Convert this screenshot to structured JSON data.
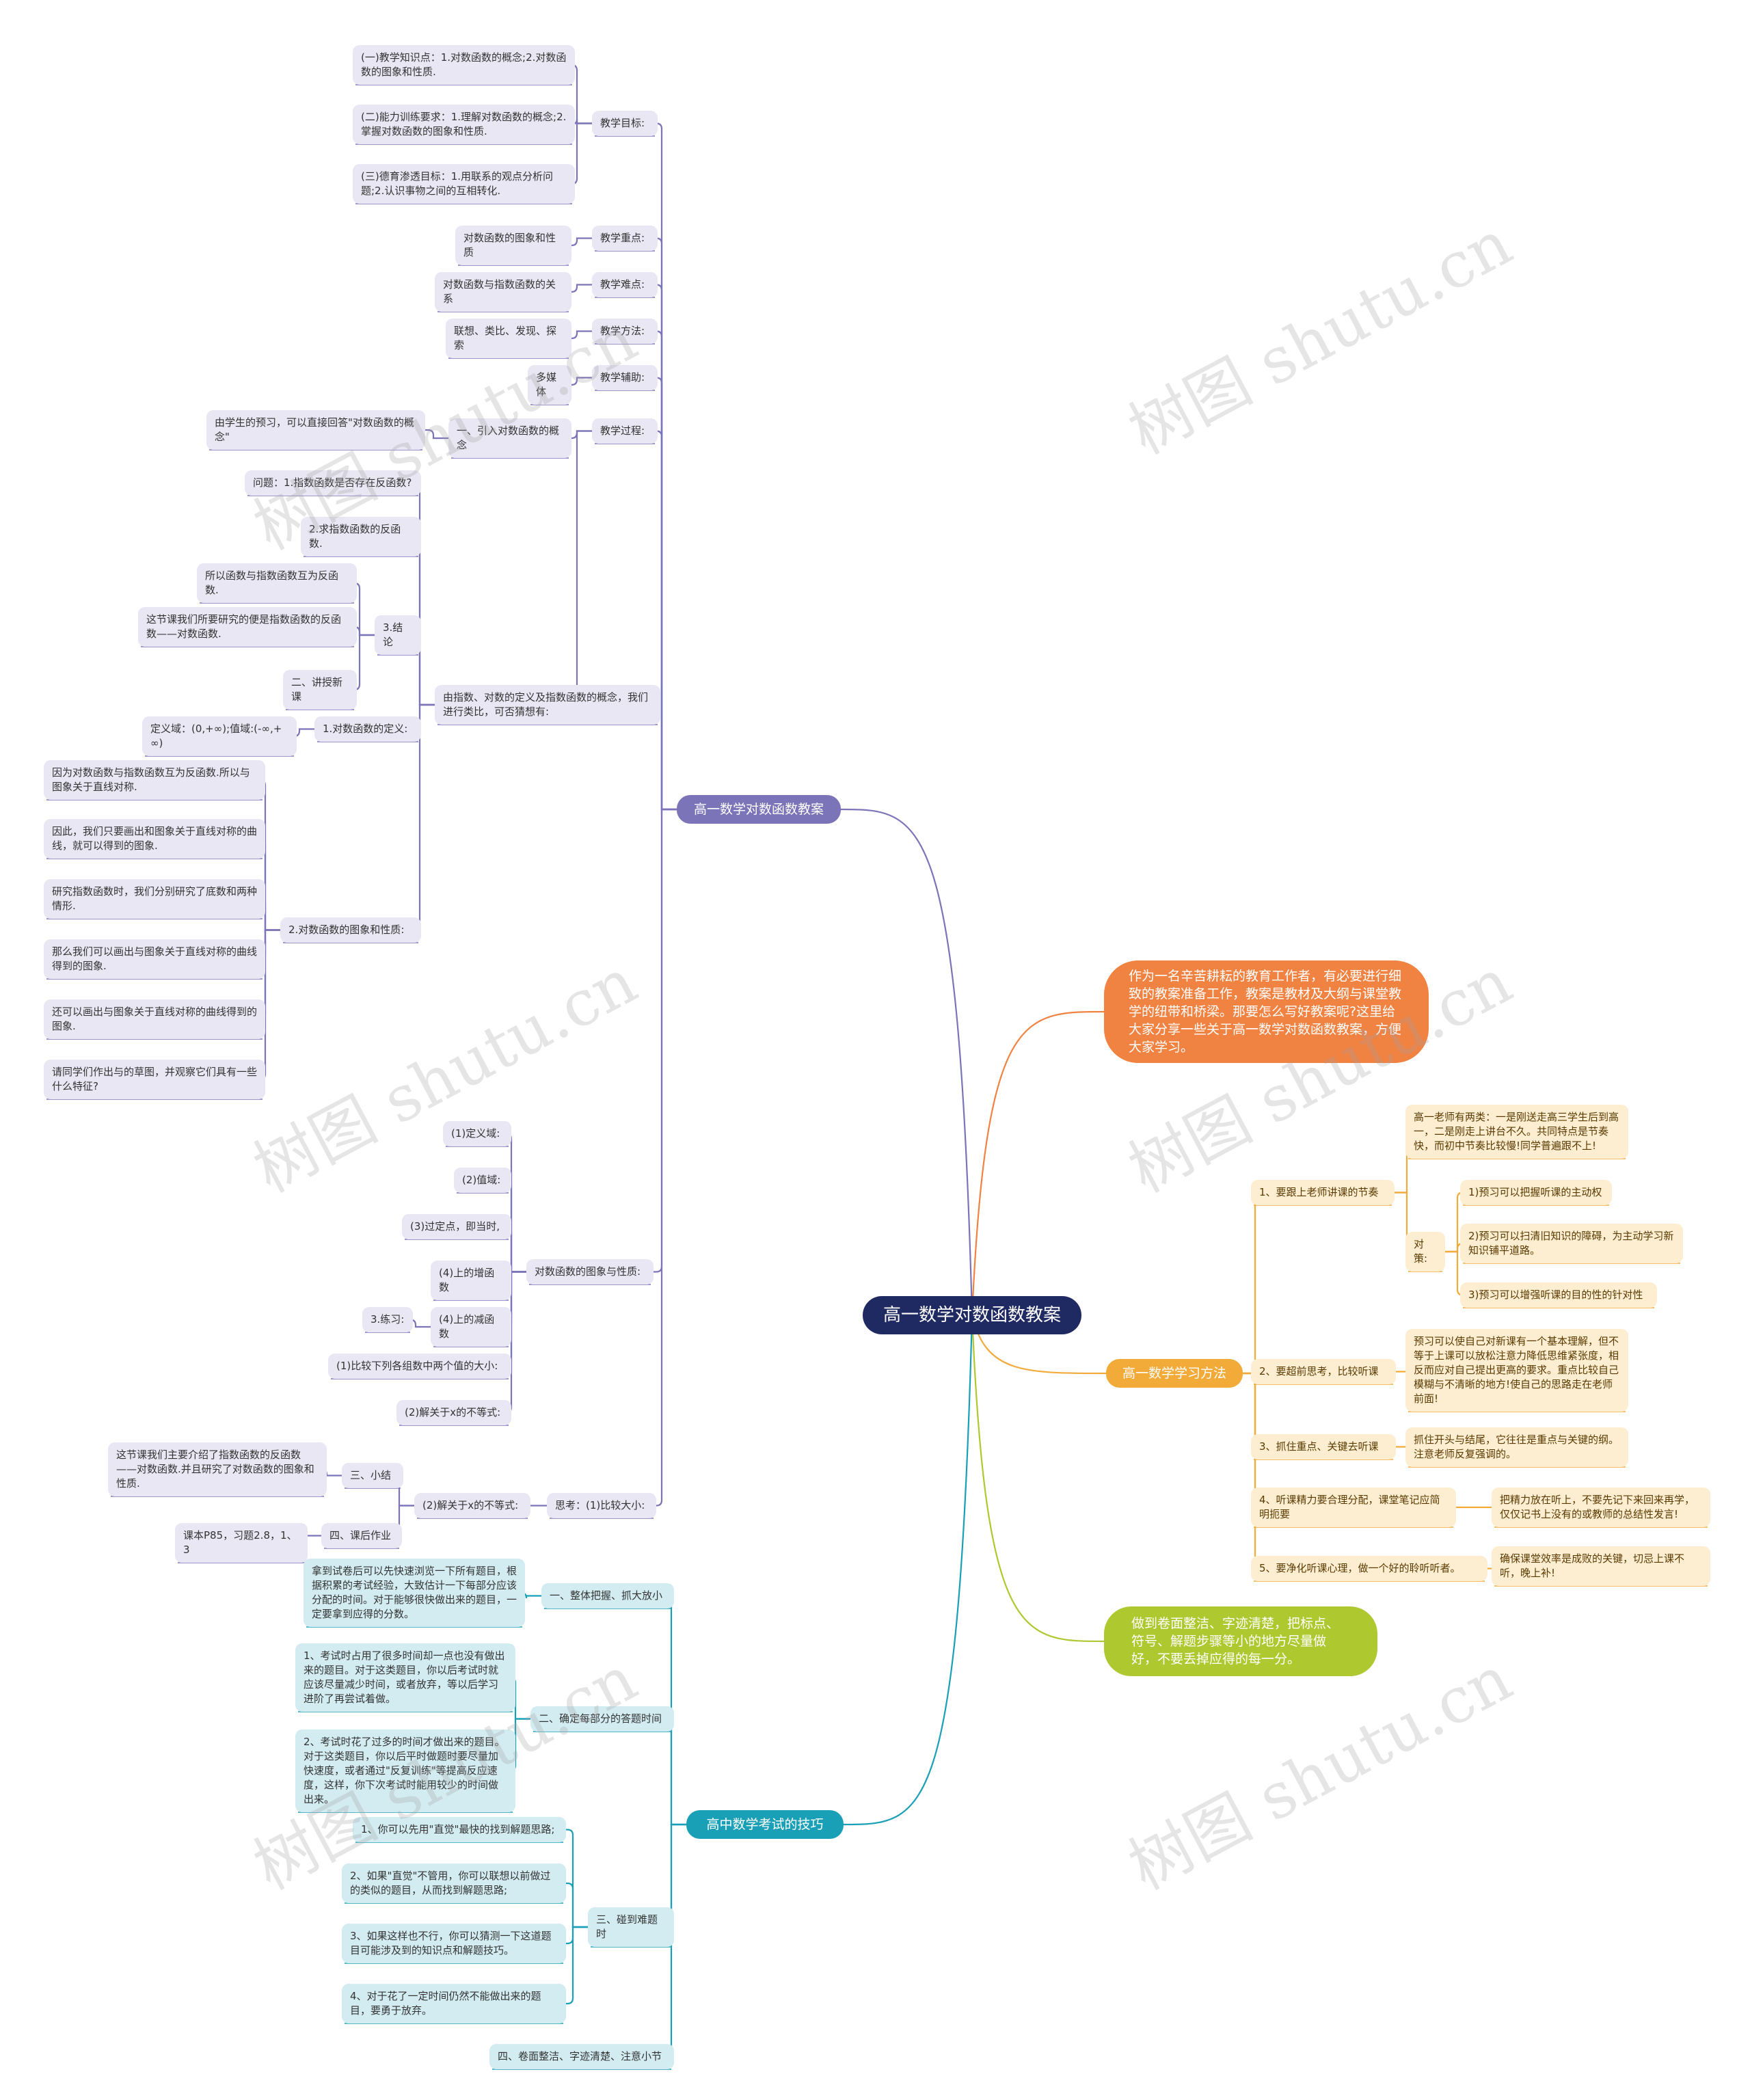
{
  "root": "高一数学对数函数教案",
  "watermark": "树图 shutu.cn",
  "colors": {
    "purple": "#7b74b8",
    "orange": "#f08242",
    "yellow": "#f2aa38",
    "green": "#aec82f",
    "teal": "#1aa0b6",
    "root": "#1f2a63"
  },
  "branches": {
    "lesson": {
      "title": "高一数学对数函数教案",
      "goal": "教学目标:",
      "goal_1": "(一)教学知识点：1.对数函数的概念;2.对数函数的图象和性质.",
      "goal_2": "(二)能力训练要求：1.理解对数函数的概念;2.掌握对数函数的图象和性质.",
      "goal_3": "(三)德育渗透目标：1.用联系的观点分析问题;2.认识事物之间的互相转化.",
      "key": "教学重点:",
      "key_v": "对数函数的图象和性质",
      "diff": "教学难点:",
      "diff_v": "对数函数与指数函数的关系",
      "method": "教学方法:",
      "method_v": "联想、类比、发现、探索",
      "aid": "教学辅助:",
      "aid_v": "多媒体",
      "proc": "教学过程:",
      "proc_1": "一、引入对数函数的概念",
      "proc_1_v": "由学生的预习，可以直接回答\"对数函数的概念\"",
      "proc_2": "由指数、对数的定义及指数函数的概念，我们进行类比，可否猜想有:",
      "q1": "问题：1.指数函数是否存在反函数?",
      "q2": "2.求指数函数的反函数.",
      "q3": "3.结论",
      "q3_a": "所以函数与指数函数互为反函数.",
      "q3_b": "这节课我们所要研究的便是指数函数的反函数——对数函数.",
      "q3_c": "二、讲授新课",
      "def": "1.对数函数的定义:",
      "def_v": "定义域：(0,+∞);值域:(-∞,+∞)",
      "graph": "2.对数函数的图象和性质:",
      "graph_1": "因为对数函数与指数函数互为反函数.所以与图象关于直线对称.",
      "graph_2": "因此，我们只要画出和图象关于直线对称的曲线，就可以得到的图象.",
      "graph_3": "研究指数函数时，我们分别研究了底数和两种情形.",
      "graph_4": "那么我们可以画出与图象关于直线对称的曲线得到的图象.",
      "graph_5": "还可以画出与图象关于直线对称的曲线得到的图象.",
      "graph_6": "请同学们作出与的草图，并观察它们具有一些什么特征?",
      "prop": "对数函数的图象与性质:",
      "prop_1": "(1)定义域:",
      "prop_2": "(2)值域:",
      "prop_3": "(3)过定点，即当时,",
      "prop_4": "(4)上的增函数",
      "prop_5": "(4)上的减函数",
      "prop_5_v": "3.练习:",
      "prop_6": "(1)比较下列各组数中两个值的大小:",
      "prop_7": "(2)解关于x的不等式:",
      "think": "思考：(1)比较大小:",
      "think_1": "(2)解关于x的不等式:",
      "sum": "三、小结",
      "sum_v": "这节课我们主要介绍了指数函数的反函数——对数函数.并且研究了对数函数的图象和性质.",
      "hw": "四、课后作业",
      "hw_v": "课本P85，习题2.8，1、3"
    },
    "intro": "作为一名辛苦耕耘的教育工作者，有必要进行细致的教案准备工作，教案是教材及大纲与课堂教学的纽带和桥梁。那要怎么写好教案呢?这里给大家分享一些关于高一数学对数函数教案，方便大家学习。",
    "study": {
      "title": "高一数学学习方法",
      "s1": "1、要跟上老师讲课的节奏",
      "s1_a": "高一老师有两类：一是刚送走高三学生后到高一，二是刚走上讲台不久。共同特点是节奏快，而初中节奏比较慢!同学普遍跟不上!",
      "s1_b": "对策:",
      "s1_b1": "1)预习可以把握听课的主动权",
      "s1_b2": "2)预习可以扫清旧知识的障碍，为主动学习新知识铺平道路。",
      "s1_b3": "3)预习可以增强听课的目的性的针对性",
      "s2": "2、要超前思考，比较听课",
      "s2_a": "预习可以使自己对新课有一个基本理解，但不等于上课可以放松注意力降低思维紧张度，相反而应对自己提出更高的要求。重点比较自己模糊与不清晰的地方!使自己的思路走在老师前面!",
      "s3": "3、抓住重点、关键去听课",
      "s3_a": "抓住开头与结尾，它往往是重点与关键的纲。注意老师反复强调的。",
      "s4": "4、听课精力要合理分配，课堂笔记应简明扼要",
      "s4_a": "把精力放在听上，不要先记下来回来再学，仅仅记书上没有的或教师的总结性发言!",
      "s5": "5、要净化听课心理，做一个好的聆听听者。",
      "s5_a": "确保课堂效率是成败的关键，切忌上课不听，晚上补!"
    },
    "neat": "做到卷面整洁、字迹清楚，把标点、符号、解题步骤等小的地方尽量做好，不要丢掉应得的每一分。",
    "exam": {
      "title": "高中数学考试的技巧",
      "e1": "一、整体把握、抓大放小",
      "e1_a": "拿到试卷后可以先快速浏览一下所有题目，根据积累的考试经验，大致估计一下每部分应该分配的时间。对于能够很快做出来的题目，一定要拿到应得的分数。",
      "e2": "二、确定每部分的答题时间",
      "e2_a": "1、考试时占用了很多时间却一点也没有做出来的题目。对于这类题目，你以后考试时就应该尽量减少时间，或者放弃，等以后学习进阶了再尝试着做。",
      "e2_b": "2、考试时花了过多的时间才做出来的题目。对于这类题目，你以后平时做题时要尽量加快速度，或者通过\"反复训练\"等提高反应速度，这样，你下次考试时能用较少的时间做出来。",
      "e3": "三、碰到难题时",
      "e3_a": "1、你可以先用\"直觉\"最快的找到解题思路;",
      "e3_b": "2、如果\"直觉\"不管用，你可以联想以前做过的类似的题目，从而找到解题思路;",
      "e3_c": "3、如果这样也不行，你可以猜测一下这道题目可能涉及到的知识点和解题技巧。",
      "e3_d": "4、对于花了一定时间仍然不能做出来的题目，要勇于放弃。",
      "e4": "四、卷面整洁、字迹清楚、注意小节"
    }
  }
}
